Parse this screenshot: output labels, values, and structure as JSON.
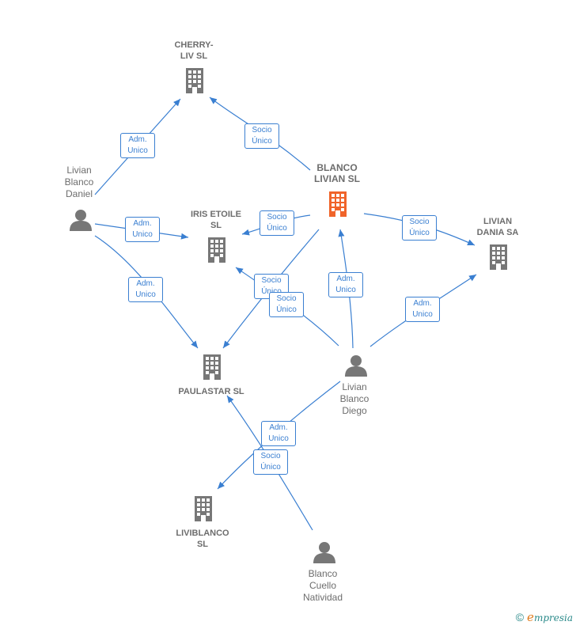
{
  "nodes": {
    "cherry": {
      "label": "CHERRY-\nLIV  SL",
      "color": "#777777"
    },
    "blanco_livian": {
      "label": "BLANCO\nLIVIAN  SL",
      "color": "#f0642a"
    },
    "iris": {
      "label": "IRIS ETOILE\nSL",
      "color": "#777777"
    },
    "livian_dania": {
      "label": "LIVIAN\nDANIA SA",
      "color": "#777777"
    },
    "paulastar": {
      "label": "PAULASTAR SL",
      "color": "#777777"
    },
    "liviblanco": {
      "label": "LIVIBLANCO\nSL",
      "color": "#777777"
    },
    "daniel": {
      "label": "Livian\nBlanco\nDaniel",
      "color": "#777777"
    },
    "diego": {
      "label": "Livian\nBlanco\nDiego",
      "color": "#777777"
    },
    "natividad": {
      "label": "Blanco\nCuello\nNatividad",
      "color": "#777777"
    }
  },
  "edge_labels": {
    "daniel_cherry": "Adm.\nUnico",
    "blanco_cherry": "Socio\nÚnico",
    "daniel_iris": "Adm.\nUnico",
    "blanco_iris": "Socio\nÚnico",
    "blanco_dania": "Socio\nÚnico",
    "daniel_paulastar": "Adm.\nUnico",
    "blanco_paulastar": "Socio\nÚnico",
    "diego_iris": "Socio\nÚnico",
    "diego_blanco": "Adm.\nUnico",
    "diego_dania": "Adm.\nUnico",
    "diego_liviblanco": "Adm.\nUnico",
    "natividad_paulastar": "Socio\nÚnico"
  },
  "footer": {
    "copyright": "©",
    "brand_initial": "e",
    "brand_rest": "mpresia"
  },
  "colors": {
    "edge": "#3a7fd1",
    "company": "#777777",
    "highlight": "#f0642a",
    "person": "#777777"
  }
}
